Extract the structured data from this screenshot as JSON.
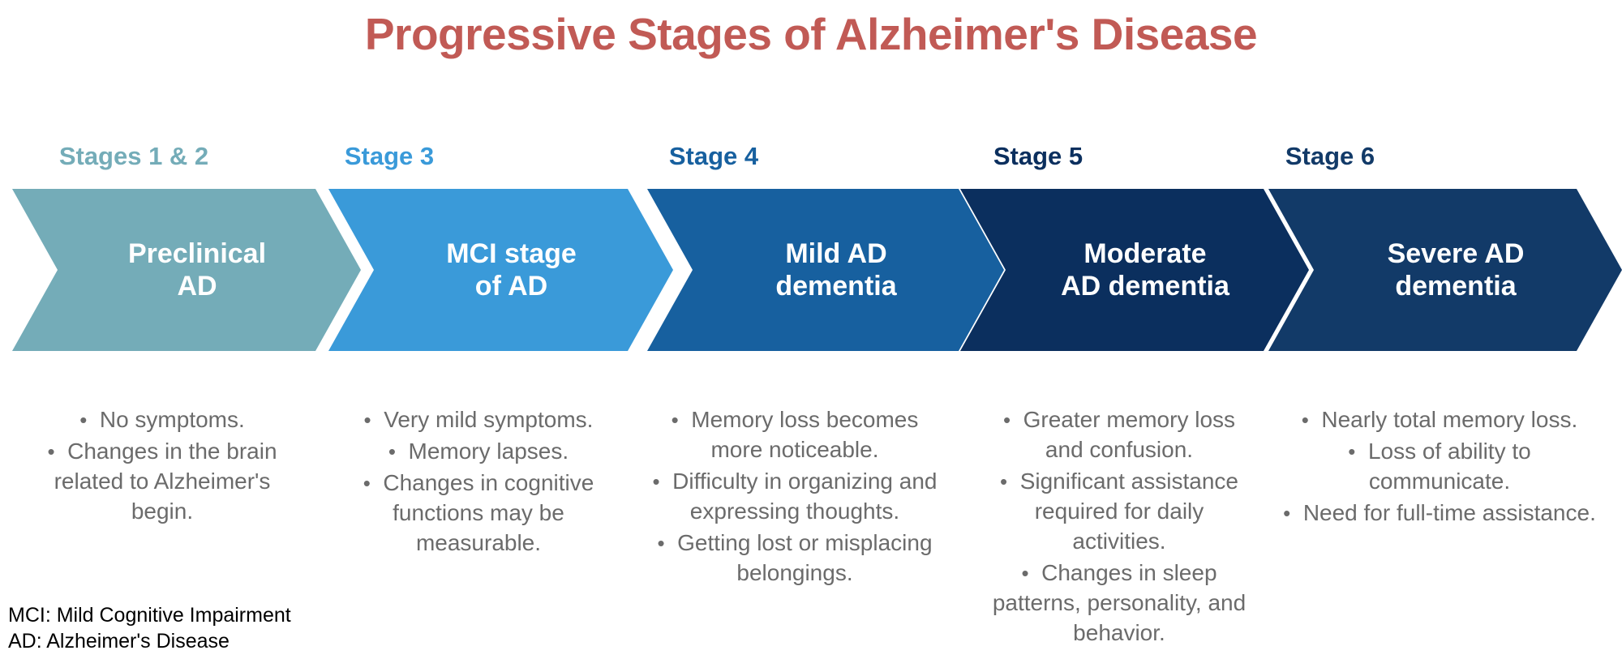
{
  "title": "Progressive Stages of Alzheimer's Disease",
  "colors": {
    "title": "#c15a55",
    "stage1_2": "#74acb8",
    "stage3": "#3a9ad9",
    "stage4": "#17609f",
    "stage5": "#0b2f5e",
    "stage6": "#123a68",
    "bullet_text": "#6b6b6b",
    "footnote_text": "#000000",
    "background": "#ffffff"
  },
  "stages": [
    {
      "label": "Stages 1 & 2",
      "label_color": "#74acb8",
      "chevron_color": "#74acb8",
      "name": "Preclinical\nAD",
      "bullets": [
        "No symptoms.",
        "Changes in the brain related to Alzheimer's begin."
      ]
    },
    {
      "label": "Stage 3",
      "label_color": "#3a9ad9",
      "chevron_color": "#3a9ad9",
      "name": "MCI stage\nof AD",
      "bullets": [
        "Very mild symptoms.",
        "Memory lapses.",
        "Changes in cognitive functions may be measurable."
      ]
    },
    {
      "label": "Stage 4",
      "label_color": "#17609f",
      "chevron_color": "#17609f",
      "name": "Mild AD\ndementia",
      "bullets": [
        "Memory loss becomes more noticeable.",
        "Difficulty in organizing and expressing thoughts.",
        "Getting lost or misplacing belongings."
      ]
    },
    {
      "label": "Stage 5",
      "label_color": "#0b2f5e",
      "chevron_color": "#0b2f5e",
      "name": "Moderate\nAD dementia",
      "bullets": [
        "Greater memory loss and confusion.",
        "Significant assistance required for daily activities.",
        "Changes in sleep patterns, personality, and behavior."
      ]
    },
    {
      "label": "Stage 6",
      "label_color": "#123a68",
      "chevron_color": "#123a68",
      "name": "Severe AD\ndementia",
      "bullets": [
        "Nearly total memory loss.",
        "Loss of ability to communicate.",
        "Need for full-time assistance."
      ]
    }
  ],
  "footnotes": [
    "MCI: Mild Cognitive Impairment",
    "AD: Alzheimer's Disease"
  ],
  "bullet_glyph": "•"
}
